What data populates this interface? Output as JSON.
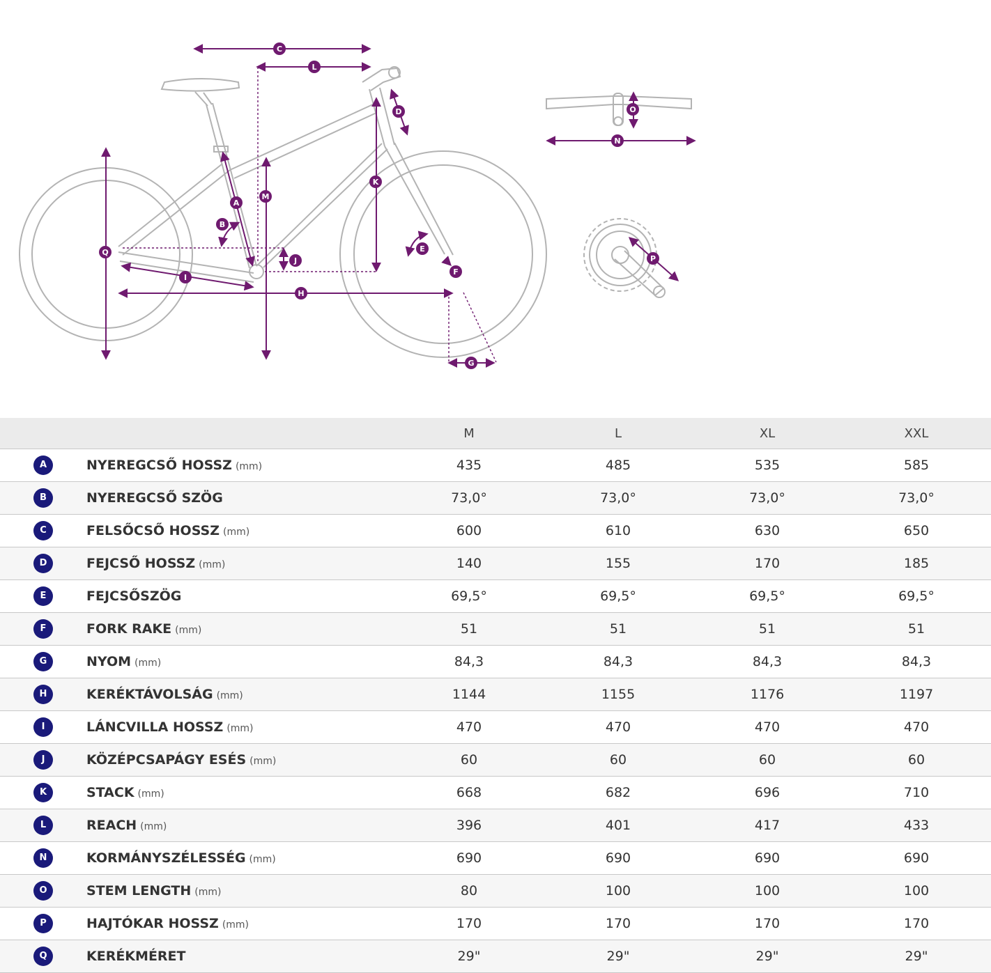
{
  "diagram": {
    "markers": [
      "C",
      "L",
      "D",
      "O",
      "N",
      "K",
      "M",
      "A",
      "B",
      "Q",
      "J",
      "E",
      "F",
      "I",
      "H",
      "G",
      "P"
    ],
    "accent_color": "#6f1a6f",
    "frame_color": "#b3b3b3"
  },
  "table": {
    "columns": [
      "M",
      "L",
      "XL",
      "XXL"
    ],
    "badge_color": "#1a1a7a",
    "rows": [
      {
        "code": "A",
        "name": "NYEREGCSŐ HOSSZ",
        "unit": "(mm)",
        "values": [
          "435",
          "485",
          "535",
          "585"
        ]
      },
      {
        "code": "B",
        "name": "NYEREGCSŐ SZÖG",
        "unit": "",
        "values": [
          "73,0°",
          "73,0°",
          "73,0°",
          "73,0°"
        ]
      },
      {
        "code": "C",
        "name": "FELSŐCSŐ HOSSZ",
        "unit": "(mm)",
        "values": [
          "600",
          "610",
          "630",
          "650"
        ]
      },
      {
        "code": "D",
        "name": "FEJCSŐ HOSSZ",
        "unit": "(mm)",
        "values": [
          "140",
          "155",
          "170",
          "185"
        ]
      },
      {
        "code": "E",
        "name": "FEJCSŐSZÖG",
        "unit": "",
        "values": [
          "69,5°",
          "69,5°",
          "69,5°",
          "69,5°"
        ]
      },
      {
        "code": "F",
        "name": "FORK RAKE",
        "unit": "(mm)",
        "values": [
          "51",
          "51",
          "51",
          "51"
        ]
      },
      {
        "code": "G",
        "name": "NYOM",
        "unit": "(mm)",
        "values": [
          "84,3",
          "84,3",
          "84,3",
          "84,3"
        ]
      },
      {
        "code": "H",
        "name": "KERÉKTÁVOLSÁG",
        "unit": "(mm)",
        "values": [
          "1144",
          "1155",
          "1176",
          "1197"
        ]
      },
      {
        "code": "I",
        "name": "LÁNCVILLA HOSSZ",
        "unit": "(mm)",
        "values": [
          "470",
          "470",
          "470",
          "470"
        ]
      },
      {
        "code": "J",
        "name": "KÖZÉPCSAPÁGY ESÉS",
        "unit": "(mm)",
        "values": [
          "60",
          "60",
          "60",
          "60"
        ]
      },
      {
        "code": "K",
        "name": "STACK",
        "unit": "(mm)",
        "values": [
          "668",
          "682",
          "696",
          "710"
        ]
      },
      {
        "code": "L",
        "name": "REACH",
        "unit": "(mm)",
        "values": [
          "396",
          "401",
          "417",
          "433"
        ]
      },
      {
        "code": "N",
        "name": "KORMÁNYSZÉLESSÉG",
        "unit": "(mm)",
        "values": [
          "690",
          "690",
          "690",
          "690"
        ]
      },
      {
        "code": "O",
        "name": "STEM LENGTH",
        "unit": "(mm)",
        "values": [
          "80",
          "100",
          "100",
          "100"
        ]
      },
      {
        "code": "P",
        "name": "HAJTÓKAR HOSSZ",
        "unit": "(mm)",
        "values": [
          "170",
          "170",
          "170",
          "170"
        ]
      },
      {
        "code": "Q",
        "name": "KERÉKMÉRET",
        "unit": "",
        "values": [
          "29\"",
          "29\"",
          "29\"",
          "29\""
        ]
      }
    ]
  }
}
